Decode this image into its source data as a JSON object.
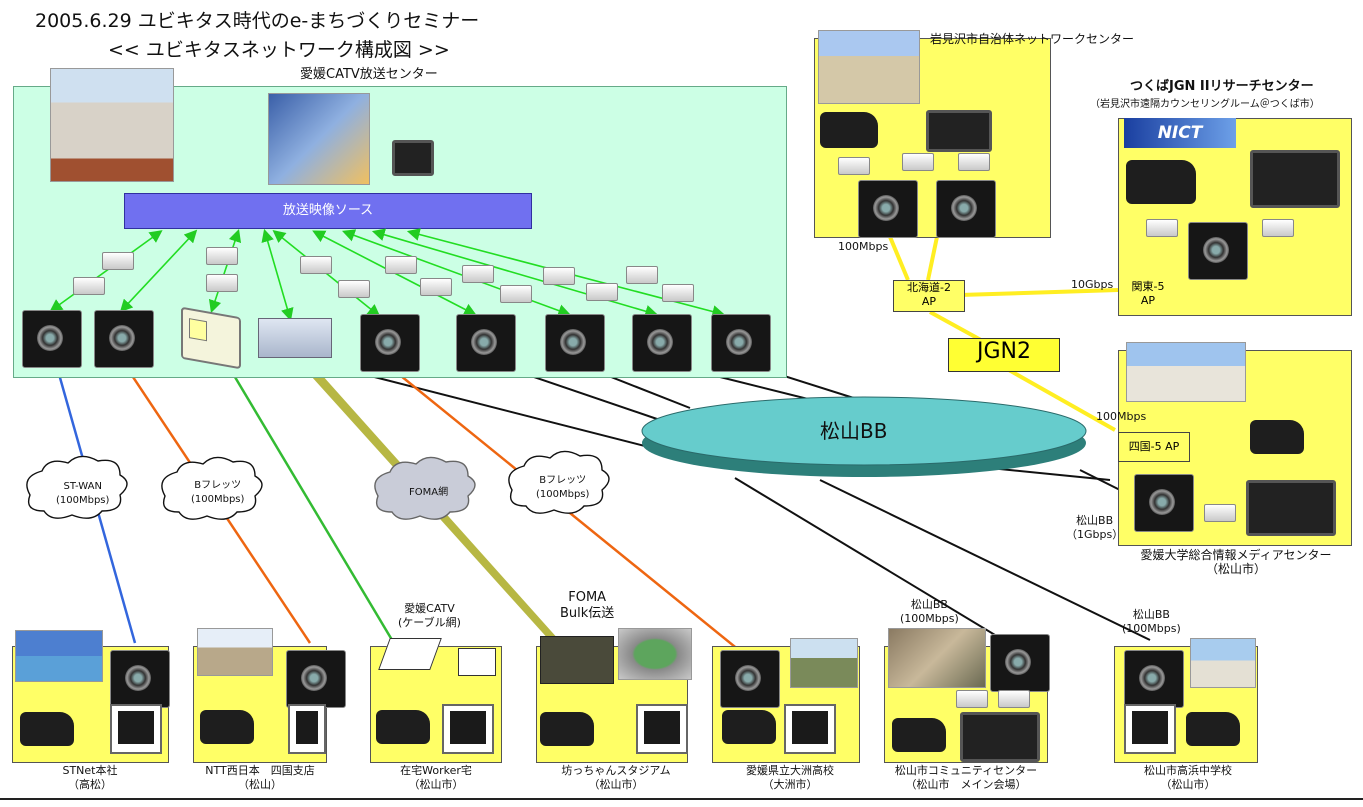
{
  "title": {
    "line1": "2005.6.29 ユビキタス時代のe-まちづくりセミナー",
    "line2": "<< ユビキタスネットワーク構成図 >>"
  },
  "catv_center": {
    "label": "愛媛CATV放送センター",
    "source": "放送映像ソース"
  },
  "iwamizawa": {
    "label": "岩見沢市自治体ネットワークセンター",
    "speed": "100Mbps"
  },
  "tsukuba": {
    "label": "つくばJGN IIリサーチセンター",
    "sublabel": "（岩見沢市遠隔カウンセリングルーム＠つくば市）",
    "logo": "NICT"
  },
  "ap": {
    "hokkaido": [
      "北海道-2",
      "AP"
    ],
    "kanto": [
      "関東-5",
      "AP"
    ],
    "shikoku": "四国-5 AP"
  },
  "links": {
    "tenG": "10Gbps",
    "ehime_speed": "100Mbps"
  },
  "jgn2": "JGN2",
  "matsuyama_bb": "松山BB",
  "ehime_univ": {
    "bb": [
      "松山BB",
      "（1Gbps）"
    ],
    "label": [
      "愛媛大学総合情報メディアセンター",
      "（松山市）"
    ]
  },
  "clouds": {
    "stwan": [
      "ST-WAN",
      "(100Mbps)"
    ],
    "bflets1": [
      "Bフレッツ",
      "(100Mbps)"
    ],
    "foma": "FOMA網",
    "bflets2": [
      "Bフレッツ",
      "(100Mbps)"
    ]
  },
  "annotations": {
    "catv_cable": [
      "愛媛CATV",
      "(ケーブル網)"
    ],
    "foma_bulk": [
      "FOMA",
      "Bulk伝送"
    ],
    "bb_community": [
      "松山BB",
      "(100Mbps)"
    ],
    "bb_school": [
      "松山BB",
      "(100Mbps)"
    ]
  },
  "sites": [
    {
      "name": "STNet本社",
      "city": "（高松）"
    },
    {
      "name": "NTT西日本　四国支店",
      "city": "（松山）"
    },
    {
      "name": "在宅Worker宅",
      "city": "（松山市）"
    },
    {
      "name": "坊っちゃんスタジアム",
      "city": "（松山市）"
    },
    {
      "name": "愛媛県立大洲高校",
      "city": "（大洲市）"
    },
    {
      "name": "松山市コミュニティセンター",
      "city": "（松山市　メイン会場）"
    },
    {
      "name": "松山市高浜中学校",
      "city": "（松山市）"
    }
  ],
  "colors": {
    "catv_bg": "#ccffe5",
    "site_bg": "#ffff66",
    "arrow_green": "#33dd33",
    "jgn_link": "#ffee22",
    "stwan_link": "#3366dd",
    "bflets_link": "#ee6611",
    "catv_link": "#33bb33",
    "bb_ellipse": "#66cccc",
    "source_box": "#7070f0"
  },
  "icons": [
    "encoder-box-icon",
    "router-icon",
    "camcorder-icon",
    "monitor-icon",
    "flat-tv-icon",
    "cloud-icon",
    "house-icon",
    "set-top-box-icon",
    "building-photo-icon"
  ]
}
